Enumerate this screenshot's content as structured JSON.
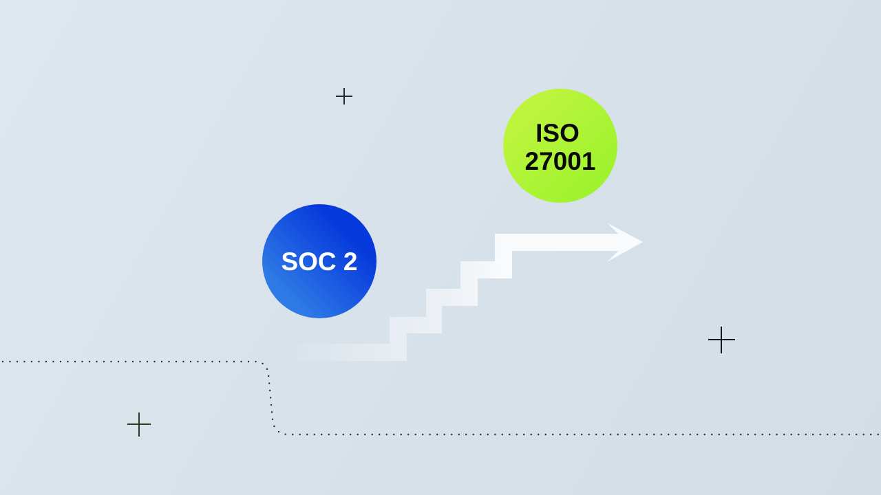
{
  "badges": {
    "soc2": {
      "label": "SOC 2",
      "color_start": "#2f7be6",
      "color_end": "#0639dc",
      "text_color": "#ffffff"
    },
    "iso": {
      "line1": "ISO",
      "line2": "27001",
      "color_start": "#c7f542",
      "color_end": "#96f22a",
      "text_color": "#0a0a0a"
    }
  },
  "icons": [
    "plus-icon",
    "plus-icon",
    "plus-icon",
    "stair-arrow-icon"
  ]
}
